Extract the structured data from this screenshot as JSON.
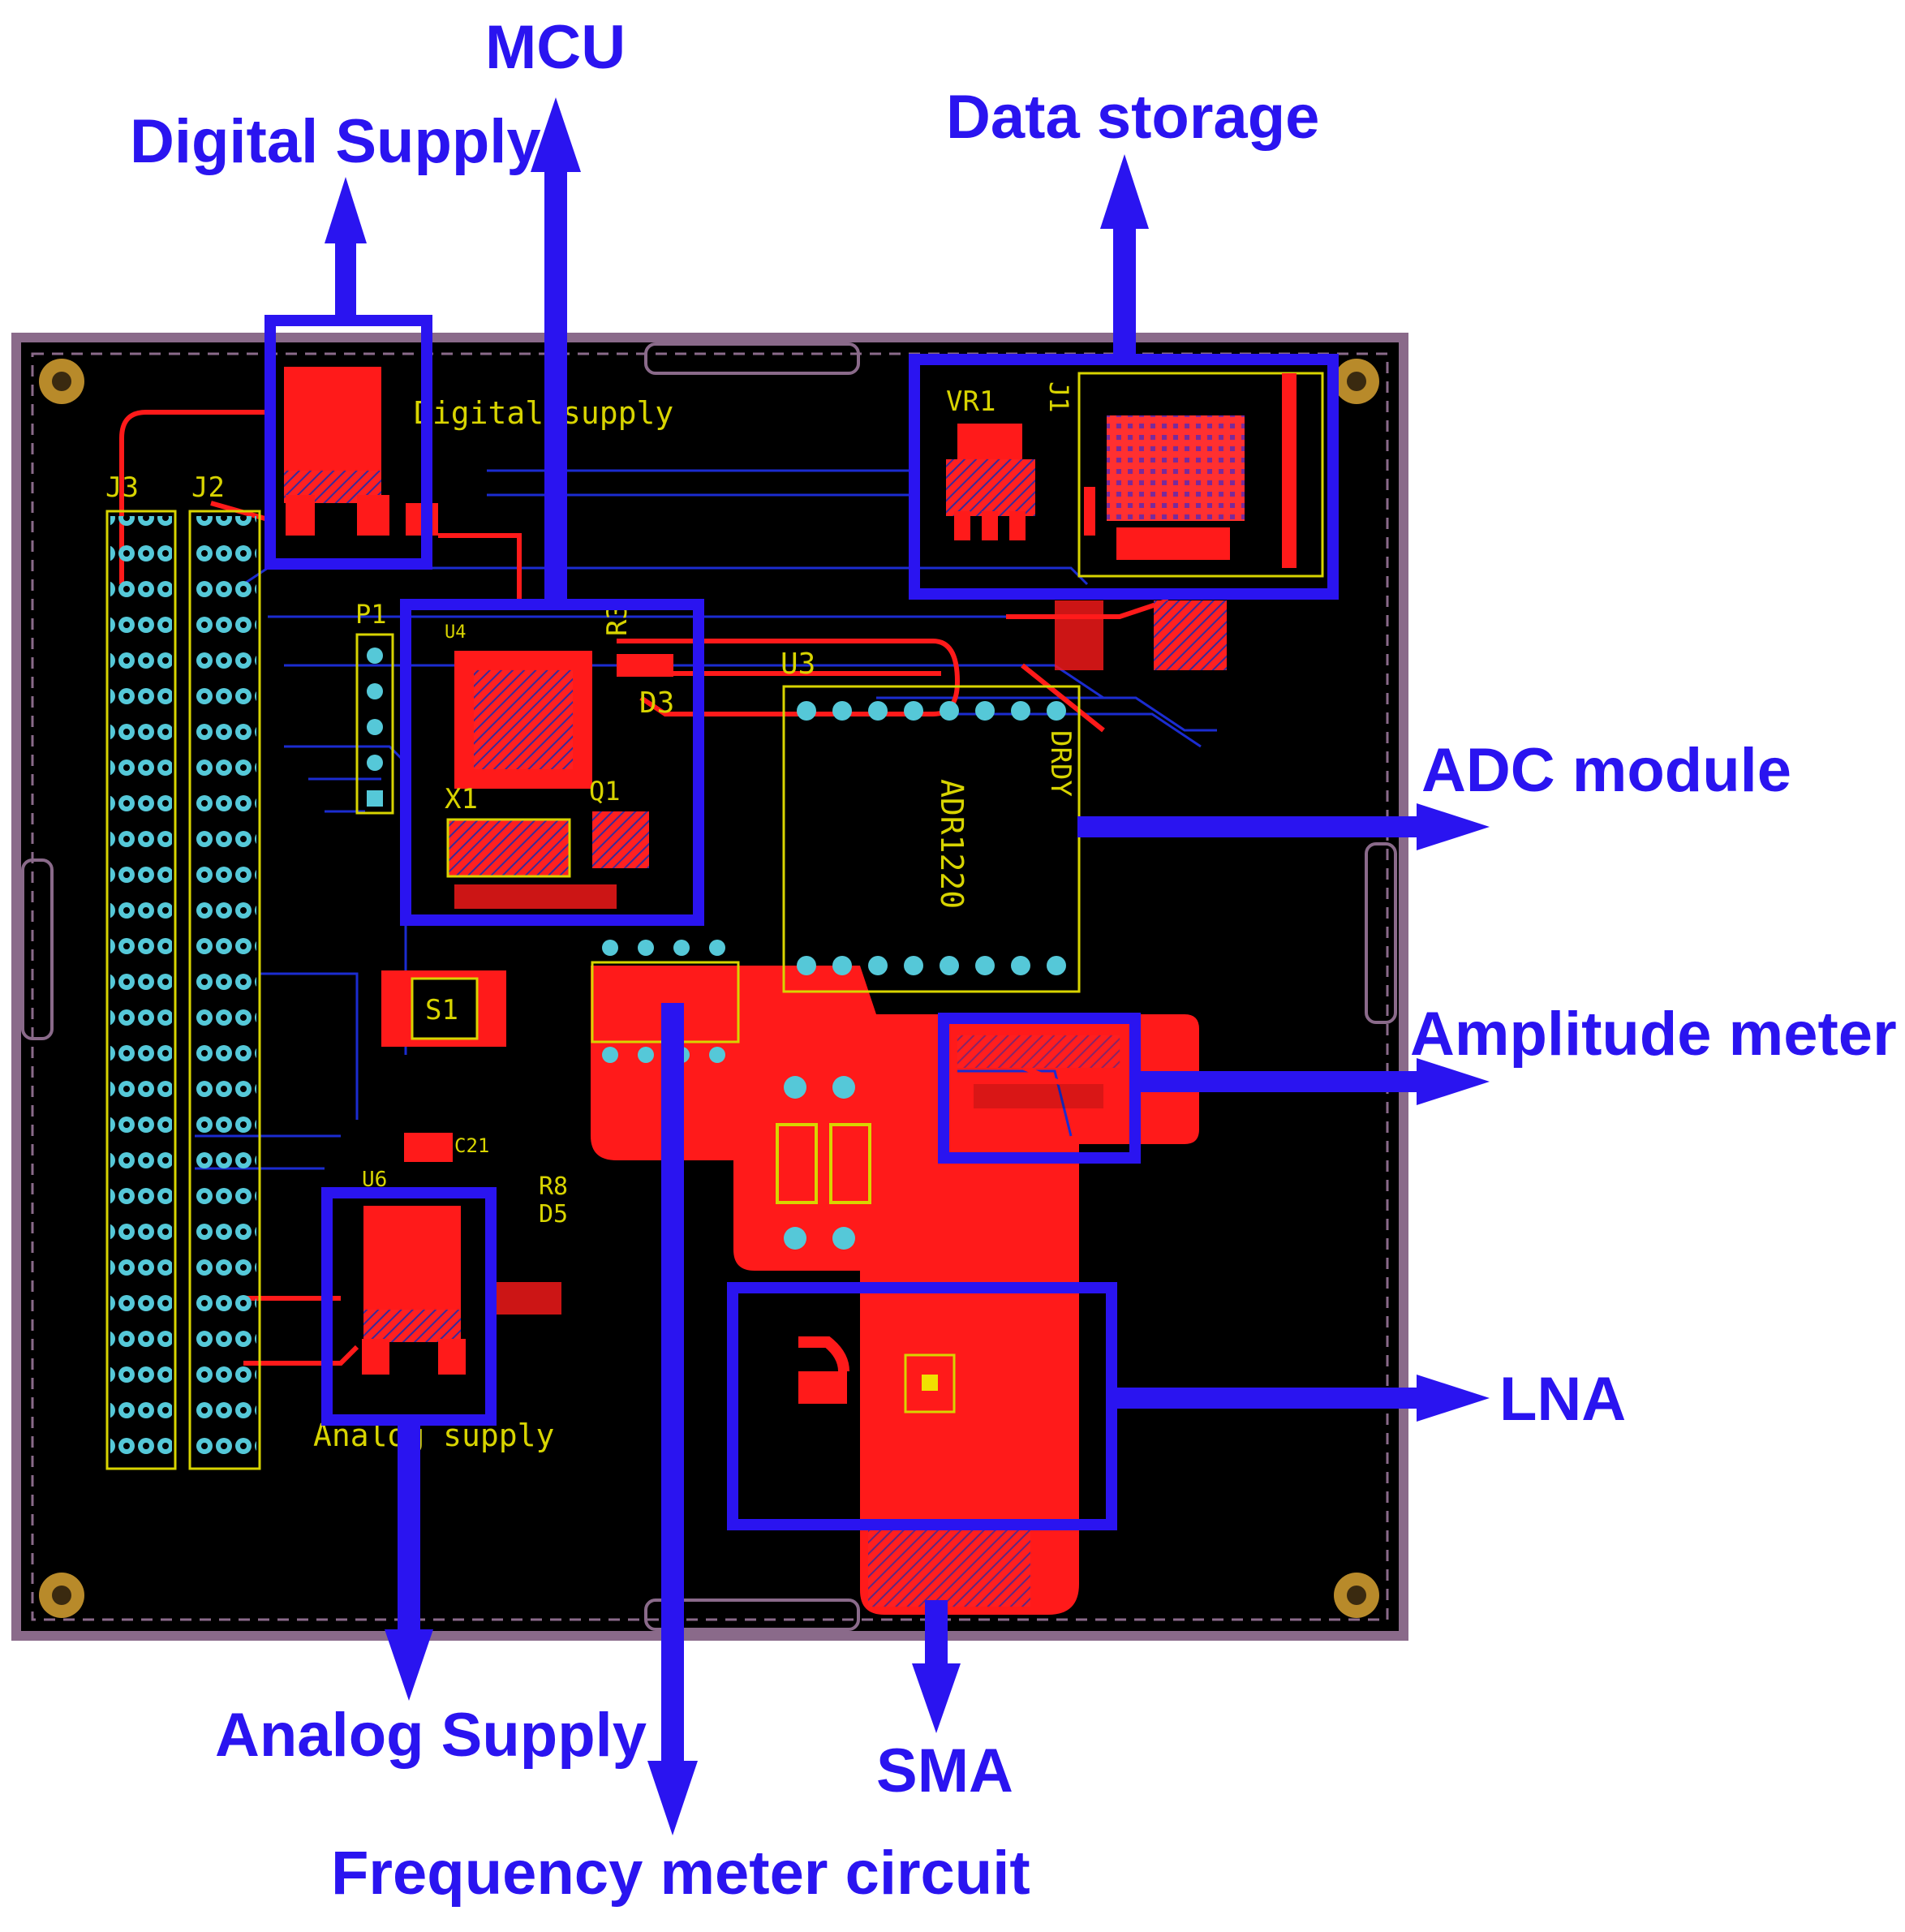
{
  "callouts": {
    "mcu": "MCU",
    "digital_supply": "Digital Supply",
    "data_storage": "Data storage",
    "adc_module": "ADC module",
    "amplitude_meter": "Amplitude meter",
    "lna": "LNA",
    "analog_supply": "Analog Supply",
    "frequency_meter": "Frequency meter circuit",
    "sma": "SMA"
  },
  "silkscreen": {
    "digital_supply": "Digital supply",
    "analog_supply": "Analog supply",
    "j3": "J3",
    "j2": "J2",
    "p1": "P1",
    "u3": "U3",
    "vr1": "VR1",
    "j1": "J1",
    "adc_part": "ADR1220",
    "drdy": "DRDY",
    "s1": "S1",
    "x1": "X1",
    "q1": "Q1",
    "d3": "D3",
    "r3": "R3",
    "u4": "U4",
    "r8": "R8",
    "d5": "D5",
    "c21": "C21",
    "u6": "U6"
  },
  "colors": {
    "callout": "#2a14f0",
    "board": "#000000",
    "copper": "#ff1a1a",
    "silk": "#d8d400",
    "pad": "#55c8d8",
    "outline": "#8a6a8a",
    "trace_blue": "#1b2cd0",
    "mount_hole": "#b88a2a"
  }
}
